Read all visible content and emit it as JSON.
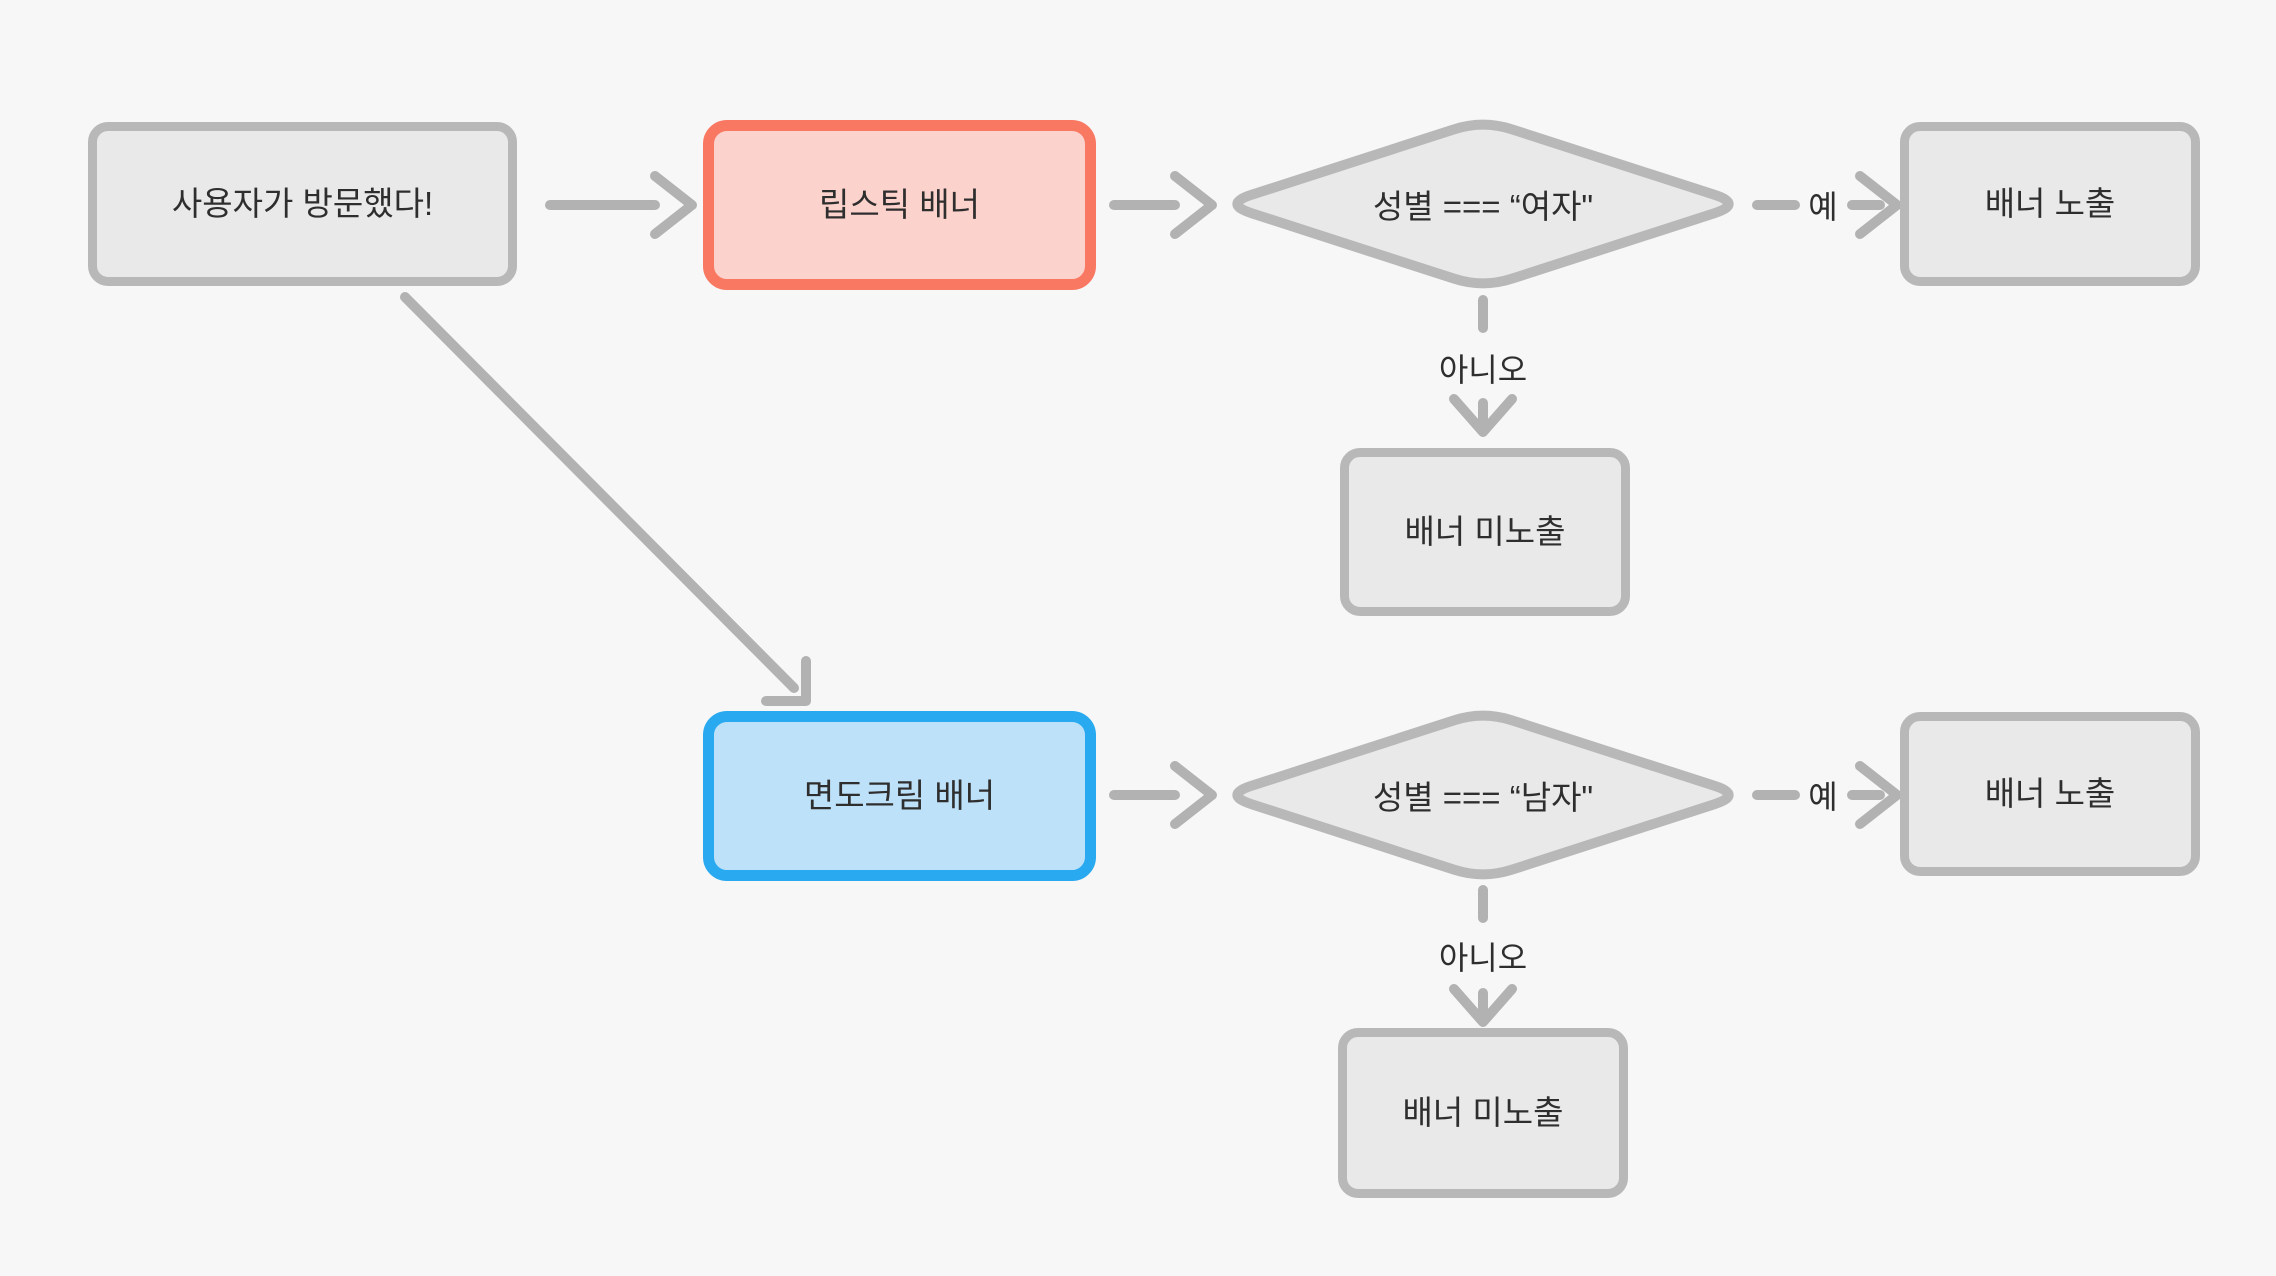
{
  "diagram": {
    "colors": {
      "background": "#f7f7f7",
      "node_fill": "#e9e9e9",
      "node_border": "#b8b8b8",
      "arrow": "#b2b2b2",
      "text": "#2e2e2e",
      "red_fill": "#fcd3cc",
      "red_border": "#f97862",
      "blue_fill": "#bee1fa",
      "blue_border": "#29a9ef"
    },
    "nodes": {
      "start": {
        "label": "사용자가 방문했다!"
      },
      "lipstick_banner": {
        "label": "립스틱 배너"
      },
      "shaving_cream_banner": {
        "label": "면도크림 배너"
      },
      "decision_female": {
        "label": "성별 === “여자\""
      },
      "decision_male": {
        "label": "성별 === “남자\""
      },
      "banner_shown_top": {
        "label": "배너 노출"
      },
      "banner_hidden_top": {
        "label": "배너 미노출"
      },
      "banner_shown_bottom": {
        "label": "배너 노출"
      },
      "banner_hidden_bottom": {
        "label": "배너 미노출"
      }
    },
    "edge_labels": {
      "yes_top": "예",
      "no_top": "아니오",
      "yes_bottom": "예",
      "no_bottom": "아니오"
    }
  }
}
